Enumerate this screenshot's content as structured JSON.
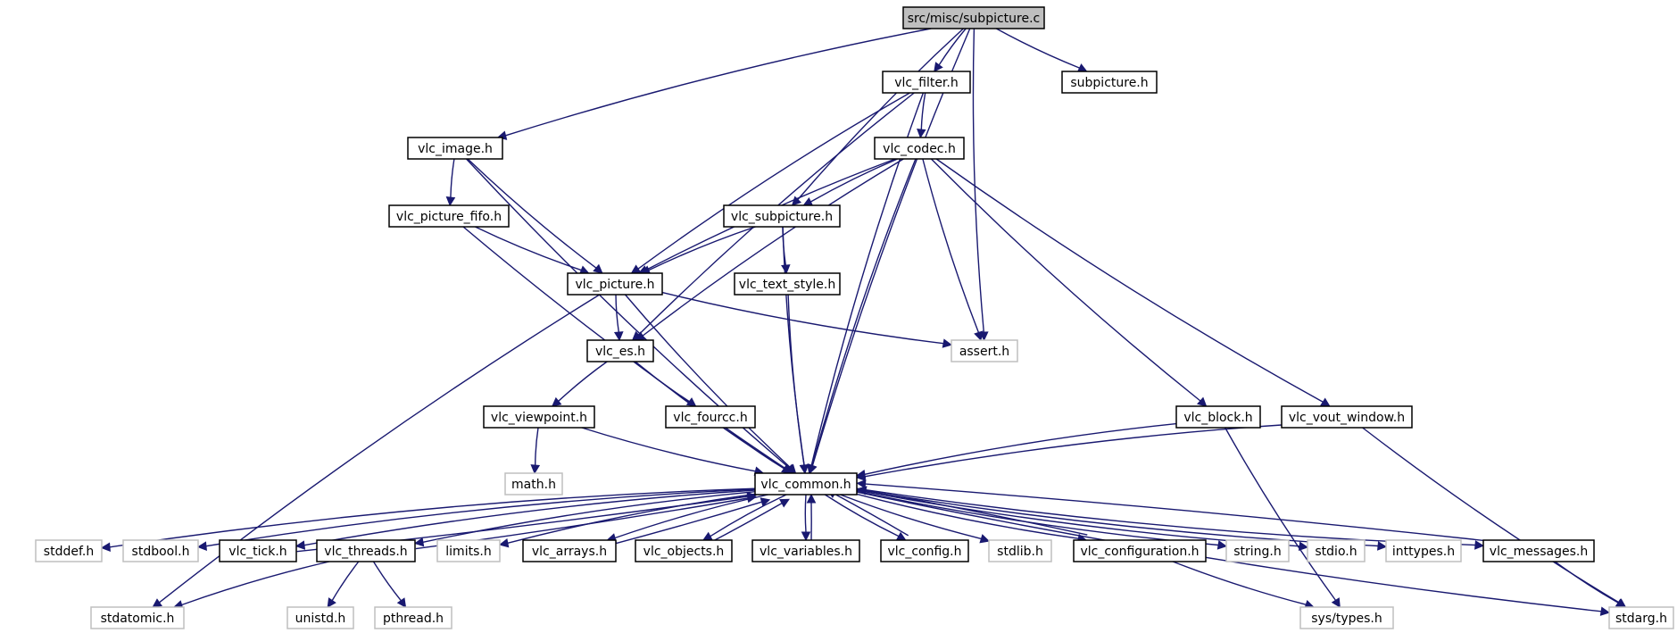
{
  "diagram": {
    "nodes": [
      {
        "id": "root",
        "label": "src/misc/subpicture.c",
        "kind": "root"
      },
      {
        "id": "vlc_filter",
        "label": "vlc_filter.h",
        "kind": "local"
      },
      {
        "id": "subpicture_h",
        "label": "subpicture.h",
        "kind": "local"
      },
      {
        "id": "vlc_image",
        "label": "vlc_image.h",
        "kind": "local"
      },
      {
        "id": "vlc_codec",
        "label": "vlc_codec.h",
        "kind": "local"
      },
      {
        "id": "vlc_picture_fifo",
        "label": "vlc_picture_fifo.h",
        "kind": "local"
      },
      {
        "id": "vlc_subpicture",
        "label": "vlc_subpicture.h",
        "kind": "local"
      },
      {
        "id": "vlc_picture",
        "label": "vlc_picture.h",
        "kind": "local"
      },
      {
        "id": "vlc_text_style",
        "label": "vlc_text_style.h",
        "kind": "local"
      },
      {
        "id": "vlc_es",
        "label": "vlc_es.h",
        "kind": "local"
      },
      {
        "id": "assert",
        "label": "assert.h",
        "kind": "system"
      },
      {
        "id": "vlc_viewpoint",
        "label": "vlc_viewpoint.h",
        "kind": "local"
      },
      {
        "id": "vlc_fourcc",
        "label": "vlc_fourcc.h",
        "kind": "local"
      },
      {
        "id": "vlc_block",
        "label": "vlc_block.h",
        "kind": "local"
      },
      {
        "id": "vlc_vout_window",
        "label": "vlc_vout_window.h",
        "kind": "local"
      },
      {
        "id": "math",
        "label": "math.h",
        "kind": "system"
      },
      {
        "id": "vlc_common",
        "label": "vlc_common.h",
        "kind": "local"
      },
      {
        "id": "stddef",
        "label": "stddef.h",
        "kind": "system"
      },
      {
        "id": "stdbool",
        "label": "stdbool.h",
        "kind": "system"
      },
      {
        "id": "vlc_tick",
        "label": "vlc_tick.h",
        "kind": "local"
      },
      {
        "id": "vlc_threads",
        "label": "vlc_threads.h",
        "kind": "local"
      },
      {
        "id": "limits",
        "label": "limits.h",
        "kind": "system"
      },
      {
        "id": "vlc_arrays",
        "label": "vlc_arrays.h",
        "kind": "local"
      },
      {
        "id": "vlc_objects",
        "label": "vlc_objects.h",
        "kind": "local"
      },
      {
        "id": "vlc_variables",
        "label": "vlc_variables.h",
        "kind": "local"
      },
      {
        "id": "vlc_config",
        "label": "vlc_config.h",
        "kind": "local"
      },
      {
        "id": "stdlib",
        "label": "stdlib.h",
        "kind": "system"
      },
      {
        "id": "vlc_configuration",
        "label": "vlc_configuration.h",
        "kind": "local"
      },
      {
        "id": "string",
        "label": "string.h",
        "kind": "system"
      },
      {
        "id": "stdio",
        "label": "stdio.h",
        "kind": "system"
      },
      {
        "id": "inttypes",
        "label": "inttypes.h",
        "kind": "system"
      },
      {
        "id": "vlc_messages",
        "label": "vlc_messages.h",
        "kind": "local"
      },
      {
        "id": "stdatomic",
        "label": "stdatomic.h",
        "kind": "system"
      },
      {
        "id": "unistd",
        "label": "unistd.h",
        "kind": "system"
      },
      {
        "id": "pthread",
        "label": "pthread.h",
        "kind": "system"
      },
      {
        "id": "sys_types",
        "label": "sys/types.h",
        "kind": "system"
      },
      {
        "id": "stdarg",
        "label": "stdarg.h",
        "kind": "system"
      }
    ],
    "edges": [
      [
        "root",
        "vlc_filter"
      ],
      [
        "root",
        "subpicture_h"
      ],
      [
        "root",
        "vlc_image"
      ],
      [
        "root",
        "vlc_subpicture"
      ],
      [
        "root",
        "assert"
      ],
      [
        "root",
        "vlc_common"
      ],
      [
        "vlc_filter",
        "vlc_codec"
      ],
      [
        "vlc_filter",
        "vlc_picture"
      ],
      [
        "vlc_filter",
        "vlc_es"
      ],
      [
        "vlc_filter",
        "vlc_common"
      ],
      [
        "vlc_image",
        "vlc_picture_fifo"
      ],
      [
        "vlc_image",
        "vlc_picture"
      ],
      [
        "vlc_image",
        "vlc_common"
      ],
      [
        "vlc_codec",
        "vlc_subpicture"
      ],
      [
        "vlc_codec",
        "vlc_picture"
      ],
      [
        "vlc_codec",
        "vlc_es"
      ],
      [
        "vlc_codec",
        "assert"
      ],
      [
        "vlc_codec",
        "vlc_common"
      ],
      [
        "vlc_codec",
        "vlc_block"
      ],
      [
        "vlc_codec",
        "vlc_vout_window"
      ],
      [
        "vlc_picture_fifo",
        "vlc_picture"
      ],
      [
        "vlc_picture_fifo",
        "vlc_common"
      ],
      [
        "vlc_subpicture",
        "vlc_picture"
      ],
      [
        "vlc_subpicture",
        "vlc_text_style"
      ],
      [
        "vlc_subpicture",
        "vlc_common"
      ],
      [
        "vlc_picture",
        "vlc_es"
      ],
      [
        "vlc_picture",
        "assert"
      ],
      [
        "vlc_picture",
        "vlc_common"
      ],
      [
        "vlc_picture",
        "stdatomic"
      ],
      [
        "vlc_text_style",
        "vlc_common"
      ],
      [
        "vlc_es",
        "vlc_viewpoint"
      ],
      [
        "vlc_es",
        "vlc_fourcc"
      ],
      [
        "vlc_es",
        "vlc_common"
      ],
      [
        "vlc_viewpoint",
        "math"
      ],
      [
        "vlc_viewpoint",
        "vlc_common"
      ],
      [
        "vlc_fourcc",
        "vlc_common"
      ],
      [
        "vlc_block",
        "vlc_common"
      ],
      [
        "vlc_block",
        "sys_types"
      ],
      [
        "vlc_vout_window",
        "vlc_common"
      ],
      [
        "vlc_vout_window",
        "stdarg"
      ],
      [
        "vlc_common",
        "stddef"
      ],
      [
        "vlc_common",
        "stdbool"
      ],
      [
        "vlc_common",
        "vlc_tick"
      ],
      [
        "vlc_common",
        "vlc_threads"
      ],
      [
        "vlc_common",
        "limits"
      ],
      [
        "vlc_common",
        "vlc_arrays"
      ],
      [
        "vlc_common",
        "vlc_objects"
      ],
      [
        "vlc_common",
        "vlc_variables"
      ],
      [
        "vlc_common",
        "vlc_config"
      ],
      [
        "vlc_common",
        "stdlib"
      ],
      [
        "vlc_common",
        "vlc_configuration"
      ],
      [
        "vlc_common",
        "string"
      ],
      [
        "vlc_common",
        "stdio"
      ],
      [
        "vlc_common",
        "inttypes"
      ],
      [
        "vlc_common",
        "vlc_messages"
      ],
      [
        "vlc_common",
        "stdarg"
      ],
      [
        "vlc_tick",
        "vlc_common"
      ],
      [
        "vlc_threads",
        "vlc_common"
      ],
      [
        "vlc_arrays",
        "vlc_common"
      ],
      [
        "vlc_objects",
        "vlc_common"
      ],
      [
        "vlc_variables",
        "vlc_common"
      ],
      [
        "vlc_config",
        "vlc_common"
      ],
      [
        "vlc_configuration",
        "vlc_common"
      ],
      [
        "vlc_messages",
        "vlc_common"
      ],
      [
        "vlc_threads",
        "stdatomic"
      ],
      [
        "vlc_threads",
        "unistd"
      ],
      [
        "vlc_threads",
        "pthread"
      ],
      [
        "vlc_configuration",
        "sys_types"
      ],
      [
        "vlc_messages",
        "stdarg"
      ]
    ],
    "colors": {
      "edge": "#191970",
      "root_fill": "#bfbfbf",
      "system_border": "#bfbfbf",
      "local_border": "#000000"
    }
  }
}
